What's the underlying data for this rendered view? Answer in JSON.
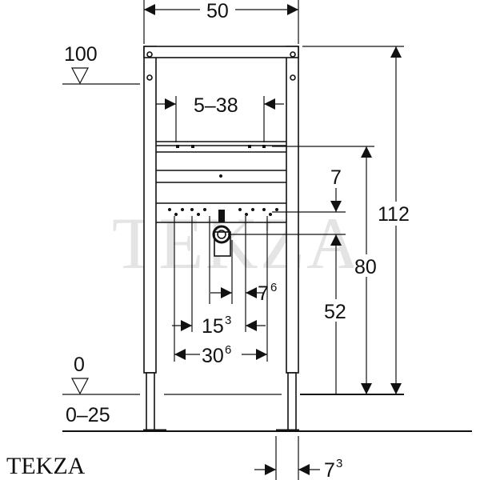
{
  "dimensions": {
    "width_total": "50",
    "top_level": "100",
    "adjust_range": "5–38",
    "height_total": "112",
    "height_bracket": "80",
    "offset": "7",
    "drain_height": "52",
    "spacing_small": {
      "base": "7",
      "sup": "6"
    },
    "spacing_mid": {
      "base": "15",
      "sup": "3"
    },
    "spacing_wide": {
      "base": "30",
      "sup": "6"
    },
    "floor_level": "0",
    "floor_range": "0–25",
    "leg_offset": {
      "base": "7",
      "sup": "3"
    }
  },
  "watermark": "TEKZA",
  "brand": "TEKZA"
}
